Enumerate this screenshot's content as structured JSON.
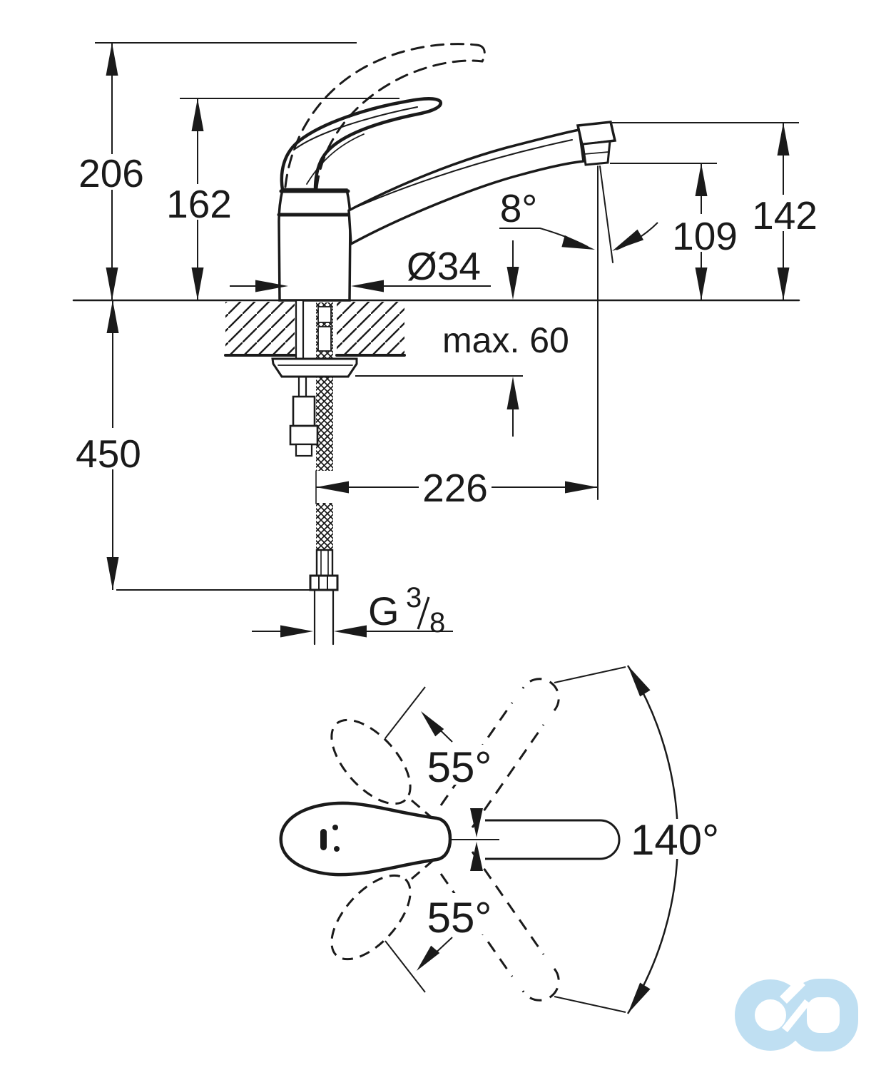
{
  "drawing": {
    "type": "technical-dimension-drawing",
    "subject": "single-lever kitchen sink mixer faucet, side view with installation cross-section and top swivel-range view",
    "labels": {
      "d206": "206",
      "d162": "162",
      "d450": "450",
      "d142": "142",
      "d109": "109",
      "d226": "226",
      "max60": "max. 60",
      "dia34": "Ø34",
      "angle8": "8°",
      "angle55_top": "55°",
      "angle55_bottom": "55°",
      "angle140": "140°",
      "thread_g": "G",
      "thread_num": "3",
      "thread_slash": "/",
      "thread_den": "8"
    },
    "colors": {
      "line": "#1a1a1a",
      "background": "#ffffff",
      "watermark": "#bfdff2"
    }
  }
}
